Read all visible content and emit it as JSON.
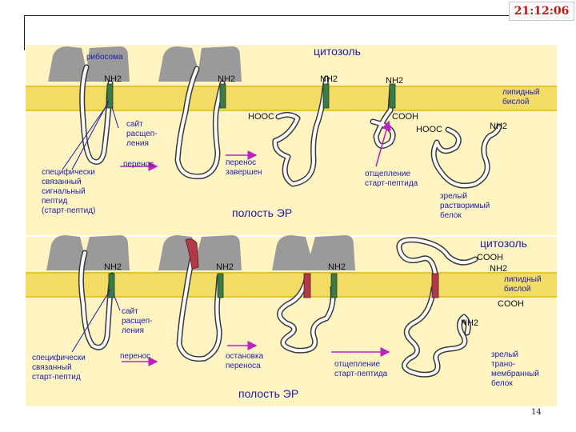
{
  "header": {
    "clock": "21:12:06"
  },
  "top_panel": {
    "ribosome": "рибосома",
    "cytosol": "цитозоль",
    "nh2_1": "NH2",
    "nh2_2": "NH2",
    "nh2_3": "NH2",
    "nh2_4": "NH2",
    "nh2_5": "NH2",
    "lipid_bilayer": "липидный\nбислой",
    "cleavage_site": "сайт\nрасщеп-\nления",
    "translocation": "перенос",
    "translocation_done": "перенос\nзавершен",
    "cooh_1": "HOOC",
    "cooh_2": "COOH",
    "cooh_3": "HOOC",
    "cleavage": "отщепление\nстарт-пептида",
    "signal_peptide": "специфически\nсвязанный\nсигнальный\nпептид\n(старт-пептид)",
    "er_lumen": "полость ЭР",
    "mature_soluble": "зрелый\nрастворимый\nбелок"
  },
  "bottom_panel": {
    "cytosol": "цитозоль",
    "cooh_top": "COOH",
    "nh2_top": "NH2",
    "nh2_1": "NH2",
    "nh2_2": "NH2",
    "nh2_3": "NH2",
    "nh2_lumen": "NH2",
    "lipid_bilayer": "липидный\nбислой",
    "cooh_side": "COOH",
    "cleavage_site": "сайт\nрасщеп-\nления",
    "translocation": "перенос",
    "stop_transfer": "остановка\nпереноса",
    "cleavage": "отщепление\nстарт-пептида",
    "start_peptide": "специфически\nсвязанный\nстарт-пептид",
    "er_lumen": "полость ЭР",
    "mature_membrane": "зрелый\nтрано-\nмембранный\nбелок"
  },
  "footer": {
    "page_number": "14"
  },
  "colors": {
    "panel_bg": "#fff4c2",
    "membrane": "#f2dc66",
    "ribosome": "#9a9a9a",
    "signal_segment": "#3c7a46",
    "stop_segment": "#b03a48",
    "chain_fill": "#fafafa",
    "chain_edge": "#3a3a3a",
    "arrow": "#c020c0",
    "label_text": "#1c1ca8",
    "clock_text": "#c01818"
  }
}
